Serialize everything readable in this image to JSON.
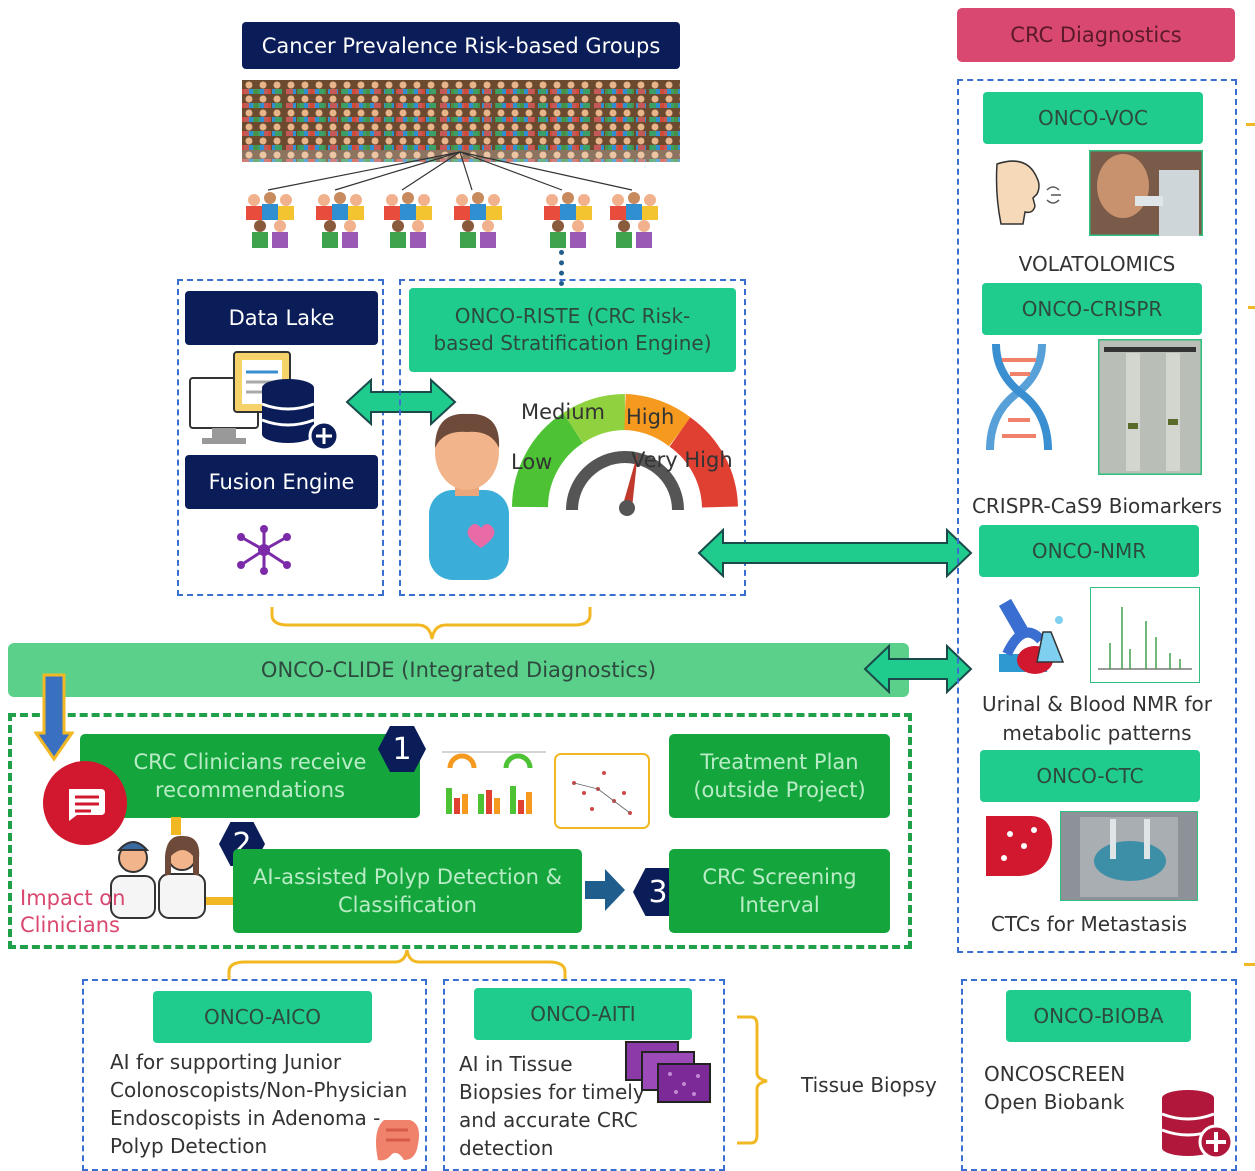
{
  "top_title": "Cancer Prevalence Risk-based Groups",
  "left_panel": {
    "data_lake": "Data Lake",
    "fusion_engine": "Fusion Engine"
  },
  "riste": {
    "title": "ONCO-RISTE (CRC Risk-based Stratification Engine)",
    "gauge": {
      "low": "Low",
      "medium": "Medium",
      "high": "High",
      "very_high": "Very High"
    }
  },
  "clide": "ONCO-CLIDE (Integrated Diagnostics)",
  "clinicians": {
    "receive": "CRC Clinicians receive recommendations",
    "treatment": "Treatment Plan (outside Project)",
    "polyp": "AI-assisted Polyp Detection & Classification",
    "screening": "CRC Screening Interval",
    "impact": "Impact on Clinicians",
    "steps": [
      "1",
      "2",
      "3"
    ]
  },
  "aico": {
    "title": "ONCO-AICO",
    "desc": "AI for supporting Junior Colonoscopists/Non-Physician Endoscopists in Adenoma - Polyp Detection"
  },
  "aiti": {
    "title": "ONCO-AITI",
    "desc": "AI in Tissue Biopsies for timely and accurate CRC detection",
    "brace_label": "Tissue Biopsy"
  },
  "diagnostics": {
    "header": "CRC Diagnostics",
    "voc": {
      "title": "ONCO-VOC",
      "caption": "VOLATOLOMICS"
    },
    "crispr": {
      "title": "ONCO-CRISPR",
      "caption": "CRISPR-CaS9 Biomarkers"
    },
    "nmr": {
      "title": "ONCO-NMR",
      "caption": "Urinal & Blood NMR for metabolic patterns"
    },
    "ctc": {
      "title": "ONCO-CTC",
      "caption": "CTCs for Metastasis"
    }
  },
  "bioba": {
    "title": "ONCO-BIOBA",
    "desc": "ONCOSCREEN Open Biobank"
  },
  "colors": {
    "navy": "#0b1d58",
    "teal": "#1fcc8e",
    "green": "#14a63c",
    "pink": "#d9486e",
    "dashed_blue": "#3a6fd1",
    "dashed_green": "#21a04a",
    "brace_yellow": "#f2b824"
  }
}
